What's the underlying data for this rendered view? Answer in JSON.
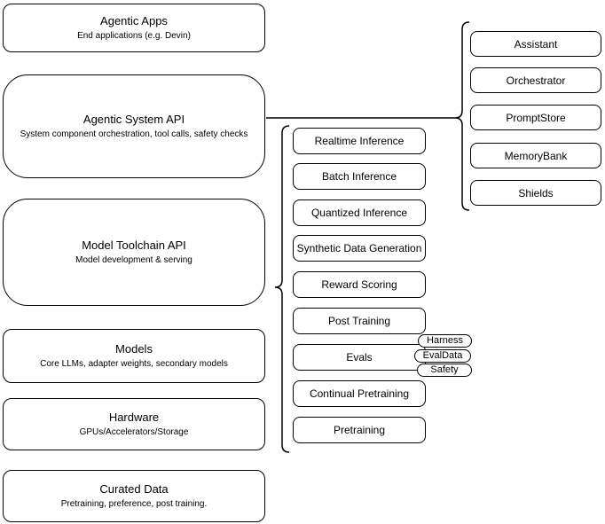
{
  "diagram": {
    "left_stack": [
      {
        "title": "Agentic Apps",
        "subtitle": "End applications (e.g. Devin)"
      },
      {
        "title": "Agentic System API",
        "subtitle": "System component orchestration, tool calls, safety checks"
      },
      {
        "title": "Model Toolchain API",
        "subtitle": "Model development & serving"
      },
      {
        "title": "Models",
        "subtitle": "Core LLMs, adapter weights, secondary models"
      },
      {
        "title": "Hardware",
        "subtitle": "GPUs/Accelerators/Storage"
      },
      {
        "title": "Curated Data",
        "subtitle": "Pretraining, preference, post training."
      }
    ],
    "toolchain_services": [
      "Realtime Inference",
      "Batch Inference",
      "Quantized Inference",
      "Synthetic Data Generation",
      "Reward Scoring",
      "Post Training",
      "Evals",
      "Continual Pretraining",
      "Pretraining"
    ],
    "evals_tags": [
      "Harness",
      "EvalData",
      "Safety"
    ],
    "system_components": [
      "Assistant",
      "Orchestrator",
      "PromptStore",
      "MemoryBank",
      "Shields"
    ],
    "colors": {
      "stroke": "#000000",
      "fill": "#ffffff",
      "text": "#000000"
    }
  }
}
